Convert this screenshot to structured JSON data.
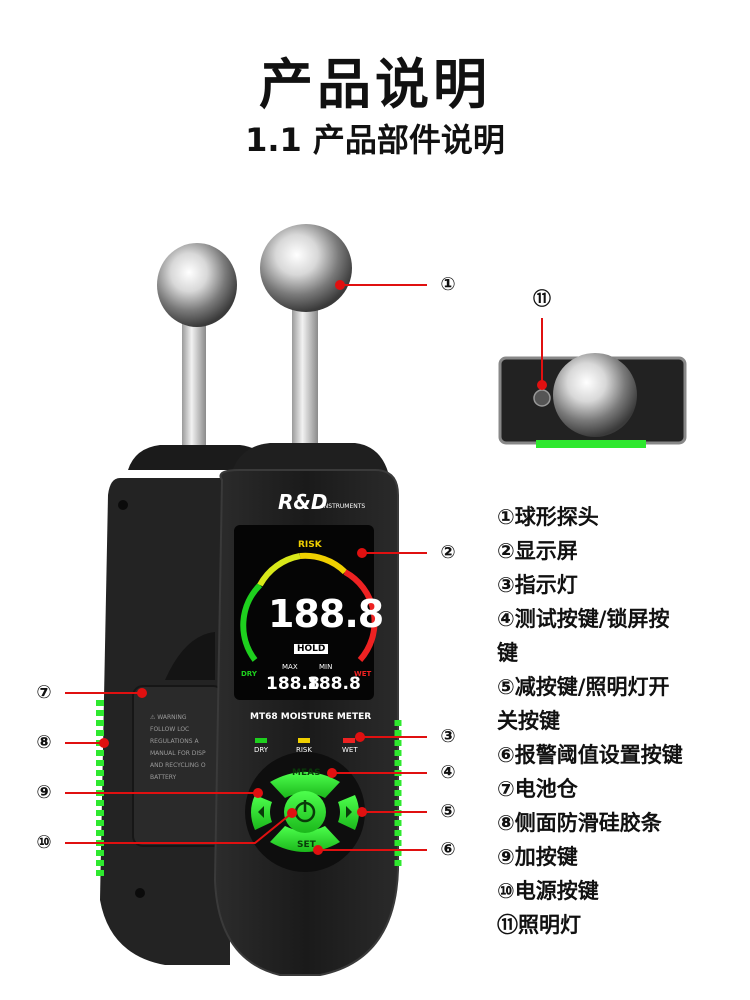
{
  "header": {
    "title": "产品说明",
    "subtitle": "1.1 产品部件说明"
  },
  "device": {
    "brand": "R&D",
    "brand_sub": "INSTRUMENTS",
    "model": "MT68 MOISTURE METER",
    "main_reading": "188.8",
    "hold": "HOLD",
    "max_label": "MAX",
    "min_label": "MIN",
    "max_reading": "188.8",
    "min_reading": "188.8",
    "risk_label": "RISK",
    "dry_label": "DRY",
    "wet_label": "WET",
    "indicator_dry": "DRY",
    "indicator_risk": "RISK",
    "indicator_wet": "WET",
    "btn_meas": "MEAS",
    "btn_set": "SET",
    "back_text": "⚠ WARNING\nFOLLOW LOC\nREGULATIONS A\nMANUAL FOR DISP\nAND RECYCLING O\nBATTERY"
  },
  "callouts": [
    "①",
    "②",
    "③",
    "④",
    "⑤",
    "⑥",
    "⑦",
    "⑧",
    "⑨",
    "⑩",
    "⑪"
  ],
  "legend": [
    "①球形探头",
    "②显示屏",
    "③指示灯",
    "④测试按键/锁屏按",
    "键",
    "⑤减按键/照明灯开",
    "关按键",
    "⑥报警阈值设置按键",
    "⑦电池仓",
    "⑧侧面防滑硅胶条",
    "⑨加按键",
    "⑩电源按键",
    "⑪照明灯"
  ],
  "colors": {
    "leader_line": "#e01010",
    "accent_green": "#2ee82e",
    "body_dark": "#1e1e1e"
  }
}
